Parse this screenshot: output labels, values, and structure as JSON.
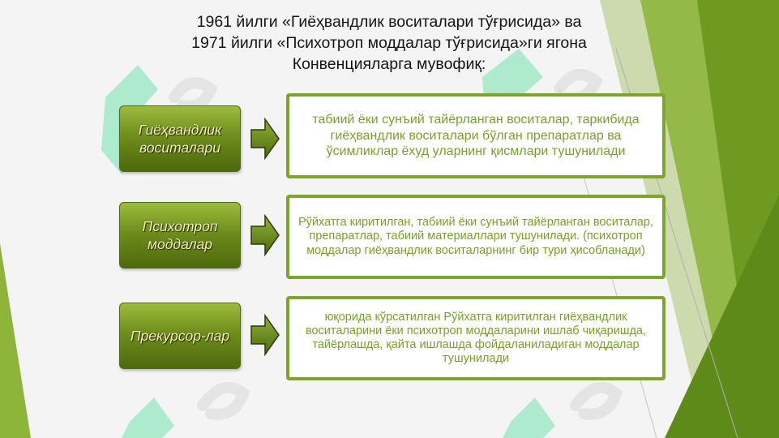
{
  "title": {
    "line1": "1961 йилги «Гиёҳвандлик воситалари тўғрисида» ва",
    "line2": "1971 йилги «Психотроп моддалар тўғрисида»ги ягона",
    "line3": "Конвенцияларга мувофиқ:"
  },
  "rows": [
    {
      "term": "Гиёҳвандлик воситалари",
      "definition": "табиий ёки сунъий тайёрланган воситалар, таркибида гиёҳвандлик воситалари бўлган препаратлар ва ўсимликлар ёхуд уларнинг қисмлари тушунилади"
    },
    {
      "term": "Психотроп моддалар",
      "definition": "Рўйхатга киритилган, табиий ёки сунъий тайёрланган воситалар, препаратлар, табиий материаллари тушунилади. (психотроп моддалар гиёҳвандлик воситаларнинг бир тури ҳисобланади)"
    },
    {
      "term": "Прекурсор-лар",
      "definition": "юқорида кўрсатилган Рўйхатга киритилган гиёҳвандлик воситаларини ёки психотроп моддаларини ишлаб чиқаришда, тайёрлашда, қайта ишлашда фойдаланиладиган моддалар тушунилади"
    }
  ],
  "colors": {
    "accent_green": "#7ca52a",
    "box_green_dark": "#4d6a0c",
    "term_text": "#f6f1b8"
  },
  "icons": {
    "arrow": "arrow-right-icon",
    "watermark": "watermark-logo"
  }
}
